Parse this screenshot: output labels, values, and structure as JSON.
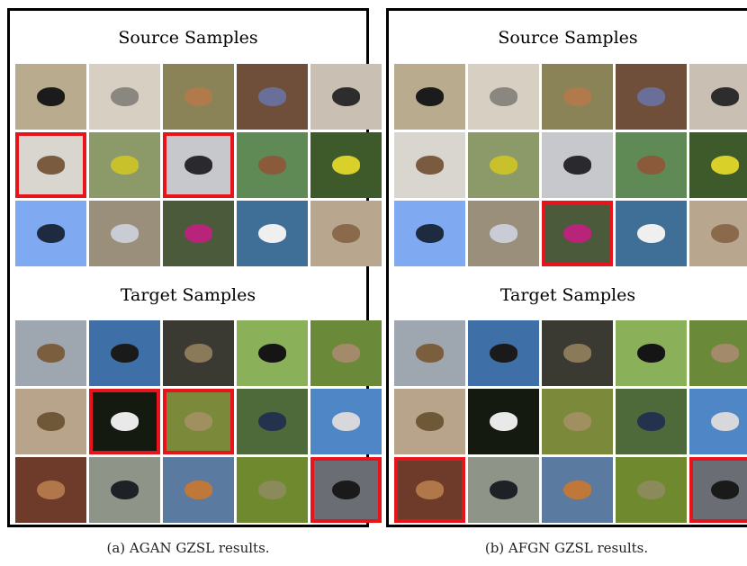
{
  "highlight_color": "#e8141c",
  "panels": [
    {
      "id": "a",
      "source_title": "Source Samples",
      "target_title": "Target Samples",
      "caption": "(a) AGAN GZSL results.",
      "source_highlights": [
        5,
        7
      ],
      "target_highlights": [
        6,
        7,
        14
      ]
    },
    {
      "id": "b",
      "source_title": "Source Samples",
      "target_title": "Target Samples",
      "caption": "(b) AFGN GZSL results.",
      "source_highlights": [
        12
      ],
      "target_highlights": [
        10,
        14
      ]
    }
  ],
  "source_images": [
    {
      "bg": "#b9ab8e",
      "bird": "#1b1b1b"
    },
    {
      "bg": "#d8cfc3",
      "bird": "#8a8680"
    },
    {
      "bg": "#8a8358",
      "bird": "#b07a4a"
    },
    {
      "bg": "#6f4e3a",
      "bird": "#6a6f9a"
    },
    {
      "bg": "#c9bfb2",
      "bird": "#2d2d2d"
    },
    {
      "bg": "#d9d6d0",
      "bird": "#7a5b3f"
    },
    {
      "bg": "#8c9a6a",
      "bird": "#c9c12c"
    },
    {
      "bg": "#c7c8cc",
      "bird": "#2a2a2e"
    },
    {
      "bg": "#5f8a55",
      "bird": "#8a5a3a"
    },
    {
      "bg": "#3e5a2a",
      "bird": "#d9d02a"
    },
    {
      "bg": "#7fa9f0",
      "bird": "#1e2a40"
    },
    {
      "bg": "#9a8f7a",
      "bird": "#c9ccd4"
    },
    {
      "bg": "#4a5a3a",
      "bird": "#b8247a"
    },
    {
      "bg": "#3f6f96",
      "bird": "#efefef"
    },
    {
      "bg": "#b8a68e",
      "bird": "#8a6a4a"
    }
  ],
  "target_images": [
    {
      "bg": "#9ea6b0",
      "bird": "#7a5e3e"
    },
    {
      "bg": "#3e6fa6",
      "bird": "#1a1a1a"
    },
    {
      "bg": "#3a3a32",
      "bird": "#8a7a5a"
    },
    {
      "bg": "#8bb05a",
      "bird": "#151515"
    },
    {
      "bg": "#6a8a3a",
      "bird": "#a38a6a"
    },
    {
      "bg": "#b7a48a",
      "bird": "#6e5838"
    },
    {
      "bg": "#141a10",
      "bird": "#e9e9ea"
    },
    {
      "bg": "#7a8a3a",
      "bird": "#a09060"
    },
    {
      "bg": "#4e6a3a",
      "bird": "#24324e"
    },
    {
      "bg": "#4f86c6",
      "bird": "#d8d8dc"
    },
    {
      "bg": "#6e3a2a",
      "bird": "#b0784a"
    },
    {
      "bg": "#8e9488",
      "bird": "#1e2226"
    },
    {
      "bg": "#5a7aa0",
      "bird": "#c0783a"
    },
    {
      "bg": "#6f8a2e",
      "bird": "#8a8a5a"
    },
    {
      "bg": "#6a6e74",
      "bird": "#1a1a1a"
    }
  ]
}
